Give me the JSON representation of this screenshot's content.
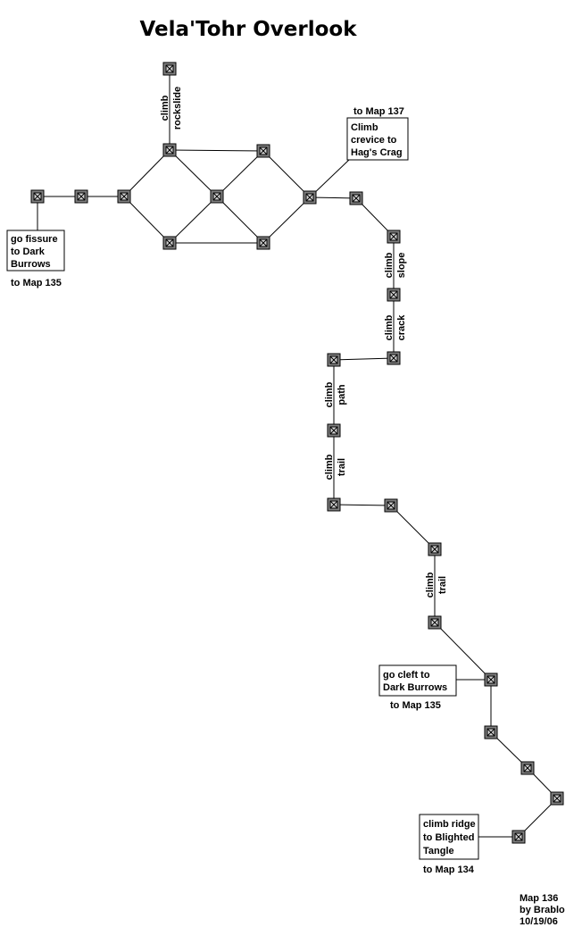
{
  "title": "Vela'Tohr Overlook",
  "rooms_count_label": "",
  "edge_labels": {
    "climb_rockslide": [
      "climb",
      "rockslide"
    ],
    "climb_slope": [
      "climb",
      "slope"
    ],
    "climb_crack": [
      "climb",
      "crack"
    ],
    "climb_path": [
      "climb",
      "path"
    ],
    "climb_trail_1": [
      "climb",
      "trail"
    ],
    "climb_trail_2": [
      "climb",
      "trail"
    ]
  },
  "exits": {
    "map137": {
      "heading": "to Map 137",
      "lines": [
        "Climb",
        "crevice to",
        "Hag's Crag"
      ]
    },
    "map135_west": {
      "lines": [
        "go fissure",
        "to Dark",
        "Burrows"
      ],
      "footer": "to Map 135"
    },
    "map135_south": {
      "lines": [
        "go cleft to",
        "Dark Burrows"
      ],
      "footer": "to Map 135"
    },
    "map134": {
      "lines": [
        "climb ridge",
        "to Blighted",
        "Tangle"
      ],
      "footer": "to Map 134"
    }
  },
  "credits": [
    "Map 136",
    "by Brablo",
    "10/19/06"
  ]
}
